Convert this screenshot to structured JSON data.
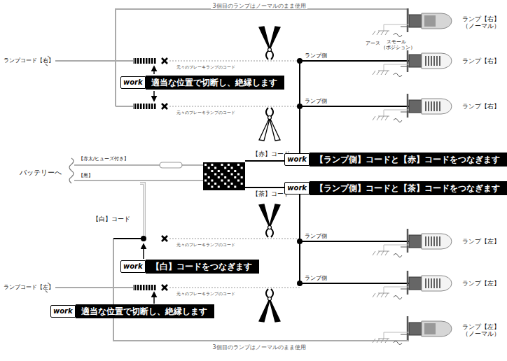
{
  "diagram": {
    "nodes": [
      {
        "text": [
          "work",
          "適当な位置で切断し、絶縁します"
        ]
      },
      {
        "text": [
          "work",
          "【ランプ側】コードと【赤】コードをつなぎます"
        ]
      },
      {
        "text": [
          "work",
          "【ランプ側】コードと【茶】コードをつなぎます"
        ]
      },
      {
        "text": [
          "work",
          "【白】コードをつなぎます"
        ]
      },
      {
        "text": [
          "work",
          "適当な位置で切断し、絶縁します"
        ]
      }
    ],
    "labels": [
      "3個目のランプはノーマルのまま使用",
      "ランプ【右】 （ノーマル）",
      "アース",
      "スモール （ポジション）",
      "ランプコード【右】",
      "元々のブレーキランプのコード",
      "ランプ側",
      "ランプ【右】",
      "元々のブレーキランプのコード",
      "ランプ側",
      "ランプ【右】",
      "【赤太/ヒューズ付き】",
      "バッテリーへ",
      "【黒】",
      "【赤】コード",
      "【茶】コード",
      "【白】コード",
      "ランプ側",
      "ランプ【左】",
      "元々のブレーキランプのコード",
      "ランプコード【左】",
      "元々のブレーキランプのコード",
      "ランプ側",
      "ランプ【左】",
      "ランプ【左】 （ノーマル）",
      "3個目のランプはノーマルのまま使用"
    ]
  }
}
